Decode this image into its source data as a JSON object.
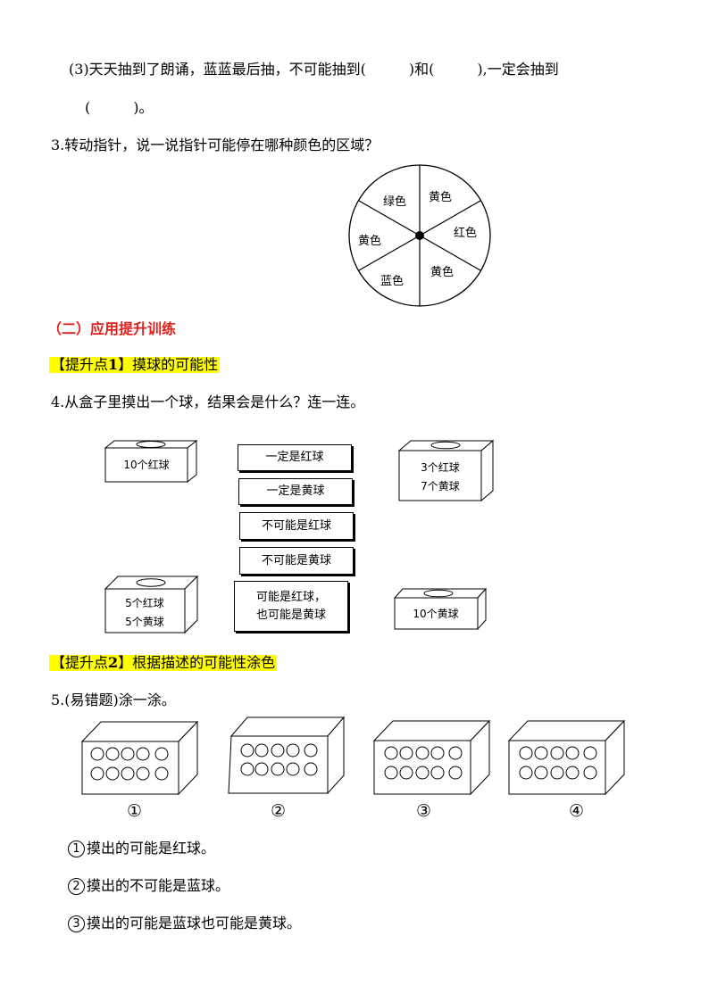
{
  "q3_3": {
    "line1": "(3)天天抽到了朗诵，蓝蓝最后抽，不可能抽到(　　　)和(　　　),一定会抽到",
    "line2": "(　　　)。"
  },
  "q3": {
    "title": "3.转动指针，说一说指针可能停在哪种颜色的区域？",
    "sectors": [
      "绿色",
      "黄色",
      "红色",
      "黄色",
      "蓝色",
      "黄色"
    ]
  },
  "section2": {
    "title": "（二）应用提升训练"
  },
  "point1": {
    "left": "【提升点",
    "num": "1",
    "right": "】摸球的可能性"
  },
  "q4": {
    "title": "4.从盒子里摸出一个球，结果会是什么？连一连。",
    "boxes": [
      {
        "lines": [
          "10个红球"
        ]
      },
      {
        "lines": [
          "3个红球",
          "7个黄球"
        ]
      },
      {
        "lines": [
          "5个红球",
          "5个黄球"
        ]
      },
      {
        "lines": [
          "10个黄球"
        ]
      }
    ],
    "options": [
      "一定是红球",
      "一定是黄球",
      "不可能是红球",
      "不可能是黄球",
      "可能是红球，",
      "也可能是黄球"
    ]
  },
  "point2": {
    "left": "【提升点",
    "num": "2",
    "right": "】根据描述的可能性涂色"
  },
  "q5": {
    "title": "5.(易错题)涂一涂。",
    "labels": [
      "①",
      "②",
      "③",
      "④"
    ],
    "items": [
      {
        "num": "1",
        "text": "摸出的可能是红球。"
      },
      {
        "num": "2",
        "text": "摸出的不可能是蓝球。"
      },
      {
        "num": "3",
        "text": "摸出的可能是蓝球也可能是黄球。"
      }
    ]
  }
}
